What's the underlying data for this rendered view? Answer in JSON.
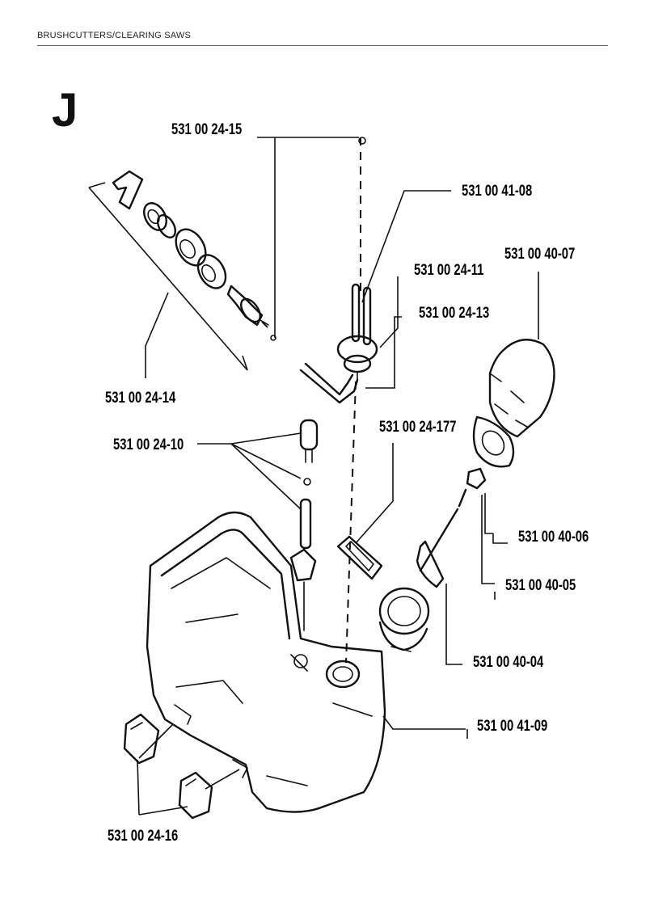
{
  "header": {
    "title": "BRUSHCUTTERS/CLEARING SAWS"
  },
  "section": {
    "letter": "J"
  },
  "parts": [
    {
      "id": "p15",
      "number": "531 00 24-15"
    },
    {
      "id": "p0841",
      "number": "531 00 41-08"
    },
    {
      "id": "p0407",
      "number": "531 00 40-07"
    },
    {
      "id": "p11",
      "number": "531 00 24-11"
    },
    {
      "id": "p13",
      "number": "531 00 24-13"
    },
    {
      "id": "p14",
      "number": "531 00 24-14"
    },
    {
      "id": "p177",
      "number": "531 00 24-177"
    },
    {
      "id": "p10",
      "number": "531 00 24-10"
    },
    {
      "id": "p0406",
      "number": "531 00 40-06"
    },
    {
      "id": "p0405",
      "number": "531 00 40-05"
    },
    {
      "id": "p0404",
      "number": "531 00 40-04"
    },
    {
      "id": "p0409",
      "number": "531 00 41-09"
    },
    {
      "id": "p16",
      "number": "531 00 24-16"
    }
  ]
}
